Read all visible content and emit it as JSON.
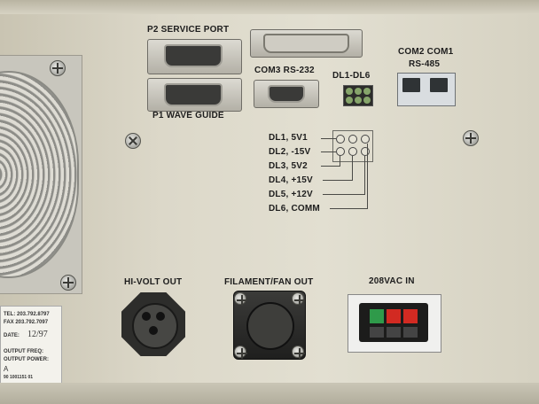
{
  "panel": {
    "p2_service_port": "P2 SERVICE PORT",
    "p1_wave_guide": "P1 WAVE GUIDE",
    "com3": "COM3 RS-232",
    "dl1_dl6": "DL1-DL6",
    "com2_com1": "COM2 COM1",
    "rs485": "RS-485",
    "dl_legend": [
      "DL1, 5V1",
      "DL2, -15V",
      "DL3, 5V2",
      "DL4, +15V",
      "DL5, +12V",
      "DL6, COMM"
    ],
    "hi_volt_out": "HI-VOLT OUT",
    "filament_fan_out": "FILAMENT/FAN OUT",
    "ac_in": "208VAC IN"
  },
  "sticker": {
    "tel": "TEL: 203.792.8797",
    "fax": "FAX 203.792.7097",
    "date_label": "DATE:",
    "date_value": "12/97",
    "output_freq": "OUTPUT FREQ:",
    "output_power": "OUTPUT POWER:",
    "mark": "A",
    "serial": "90 1001151 01"
  },
  "colors": {
    "panel": "#dcd8c9",
    "connector_dark": "#2d2d2b",
    "ac_red": "#d22a22",
    "ac_green": "#2f9a4a"
  }
}
